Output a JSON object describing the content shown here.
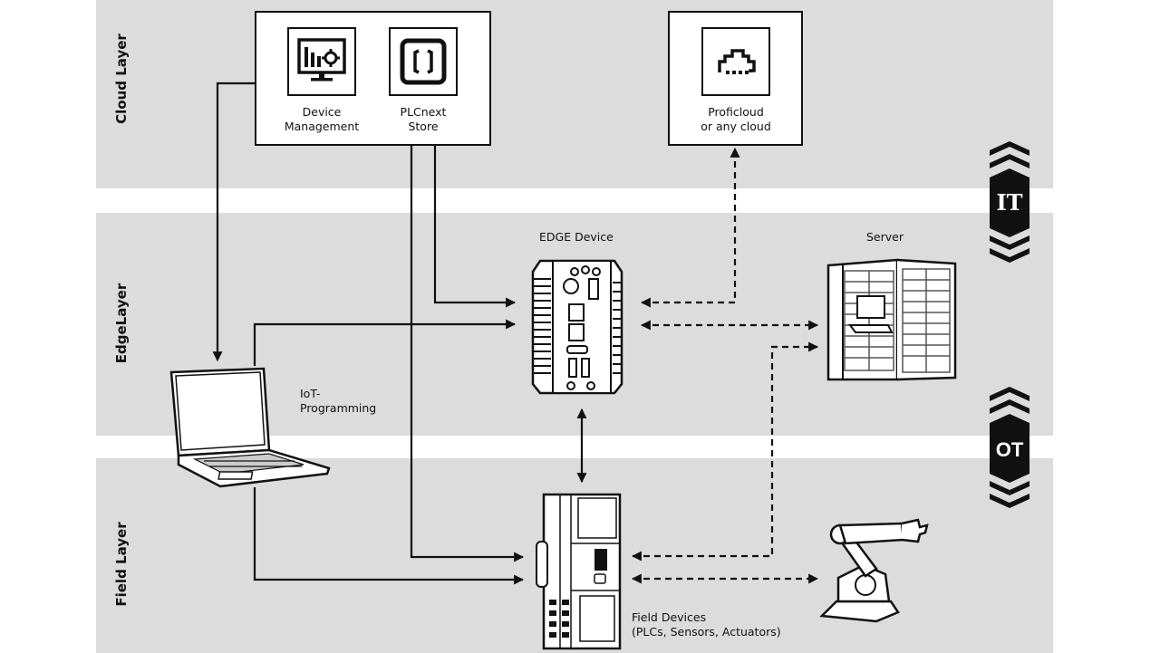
{
  "layers": {
    "cloud": "Cloud Layer",
    "edge": "EdgeLayer",
    "field": "Field Layer"
  },
  "cloud_services": {
    "device_management": {
      "line1": "Device",
      "line2": "Management",
      "icon": "monitor-chart-gear-icon"
    },
    "plcnext_store": {
      "line1": "PLCnext",
      "line2": "Store",
      "icon": "braces-app-icon"
    }
  },
  "cloud_provider": {
    "line1": "Proficloud",
    "line2": "or any cloud",
    "icon": "cloud-icon"
  },
  "nodes": {
    "edge_device": "EDGE Device",
    "server": "Server",
    "laptop": {
      "line1": "IoT-",
      "line2": "Programming"
    },
    "field_devices": {
      "line1": "Field Devices",
      "line2": "(PLCs, Sensors, Actuators)"
    }
  },
  "zones": {
    "it": "IT",
    "ot": "OT"
  },
  "colors": {
    "band": "#dcdcdc",
    "ink": "#111111",
    "background": "#ffffff"
  }
}
